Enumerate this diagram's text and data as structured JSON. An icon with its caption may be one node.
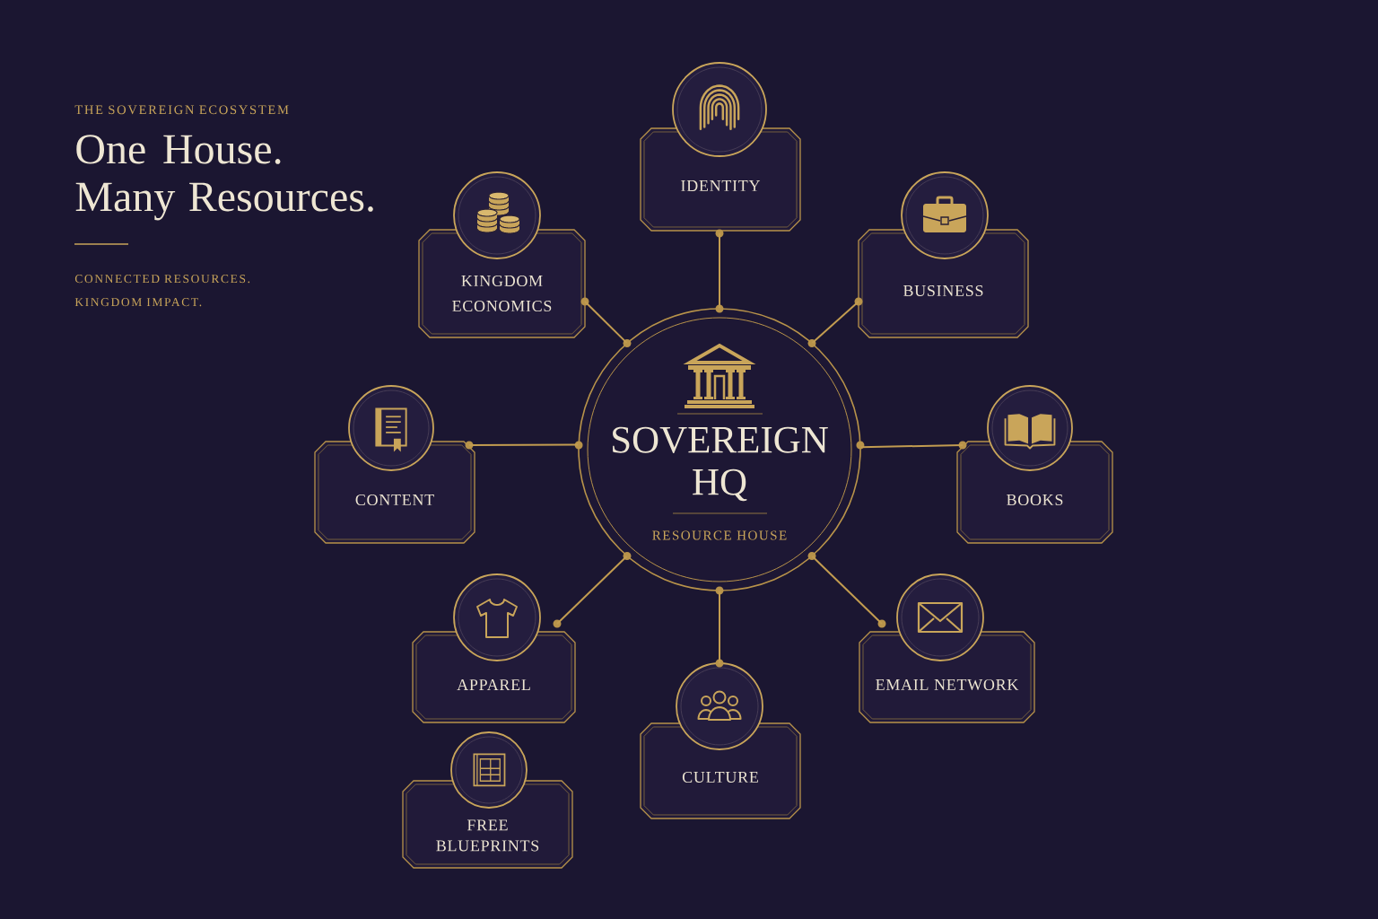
{
  "diagram": {
    "title": "One House. Many Resources.",
    "nodes": [
      {
        "text": [
          "IDENTITY"
        ]
      },
      {
        "text": [
          "KINGDOM ECONOMICS"
        ]
      },
      {
        "text": [
          "BUSINESS"
        ]
      },
      {
        "text": [
          "SOVEREIGN HQ",
          "RESOURCE HOUSE"
        ]
      },
      {
        "text": [
          "CONTENT"
        ]
      },
      {
        "text": [
          "BOOKS"
        ]
      },
      {
        "text": [
          "APPAREL"
        ]
      },
      {
        "text": [
          "EMAIL NETWORK"
        ]
      },
      {
        "text": [
          "CULTURE"
        ]
      },
      {
        "text": [
          "FREE BLUEPRINTS"
        ]
      }
    ],
    "edges": [
      {
        "from": 3,
        "to": 0,
        "arrow": "none"
      },
      {
        "from": 3,
        "to": 1,
        "arrow": "none"
      },
      {
        "from": 3,
        "to": 2,
        "arrow": "none"
      },
      {
        "from": 3,
        "to": 4,
        "arrow": "none"
      },
      {
        "from": 3,
        "to": 5,
        "arrow": "none"
      },
      {
        "from": 3,
        "to": 6,
        "arrow": "none"
      },
      {
        "from": 3,
        "to": 7,
        "arrow": "none"
      },
      {
        "from": 3,
        "to": 8,
        "arrow": "none"
      }
    ],
    "labels": [
      "THE SOVEREIGN ECOSYSTEM",
      "CONNECTED RESOURCES.",
      "KINGDOM IMPACT."
    ]
  }
}
